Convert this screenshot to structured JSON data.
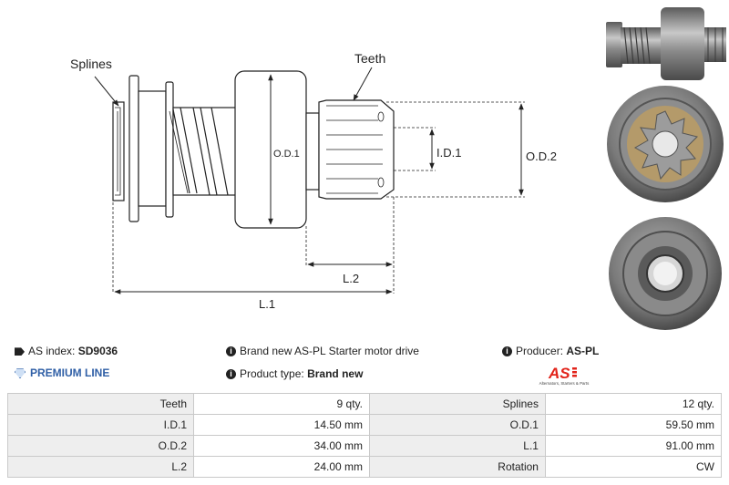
{
  "diagram": {
    "labels": {
      "splines": "Splines",
      "teeth": "Teeth",
      "od1": "O.D.1",
      "id1": "I.D.1",
      "od2": "O.D.2",
      "l1": "L.1",
      "l2": "L.2"
    }
  },
  "info": {
    "as_index_label": "AS index:",
    "as_index_value": "SD9036",
    "premium_line": "PREMIUM LINE",
    "description": "Brand new AS-PL Starter motor drive",
    "product_type_label": "Product type:",
    "product_type_value": "Brand new",
    "producer_label": "Producer:",
    "producer_value": "AS-PL"
  },
  "logo": {
    "mark": "AS",
    "tagline": "Alternators, Starters & Parts",
    "color": "#e2231a"
  },
  "specs": [
    {
      "label1": "Teeth",
      "value1": "9 qty.",
      "label2": "Splines",
      "value2": "12 qty."
    },
    {
      "label1": "I.D.1",
      "value1": "14.50 mm",
      "label2": "O.D.1",
      "value2": "59.50 mm"
    },
    {
      "label1": "O.D.2",
      "value1": "34.00 mm",
      "label2": "L.1",
      "value2": "91.00 mm"
    },
    {
      "label1": "L.2",
      "value1": "24.00 mm",
      "label2": "Rotation",
      "value2": "CW"
    }
  ]
}
